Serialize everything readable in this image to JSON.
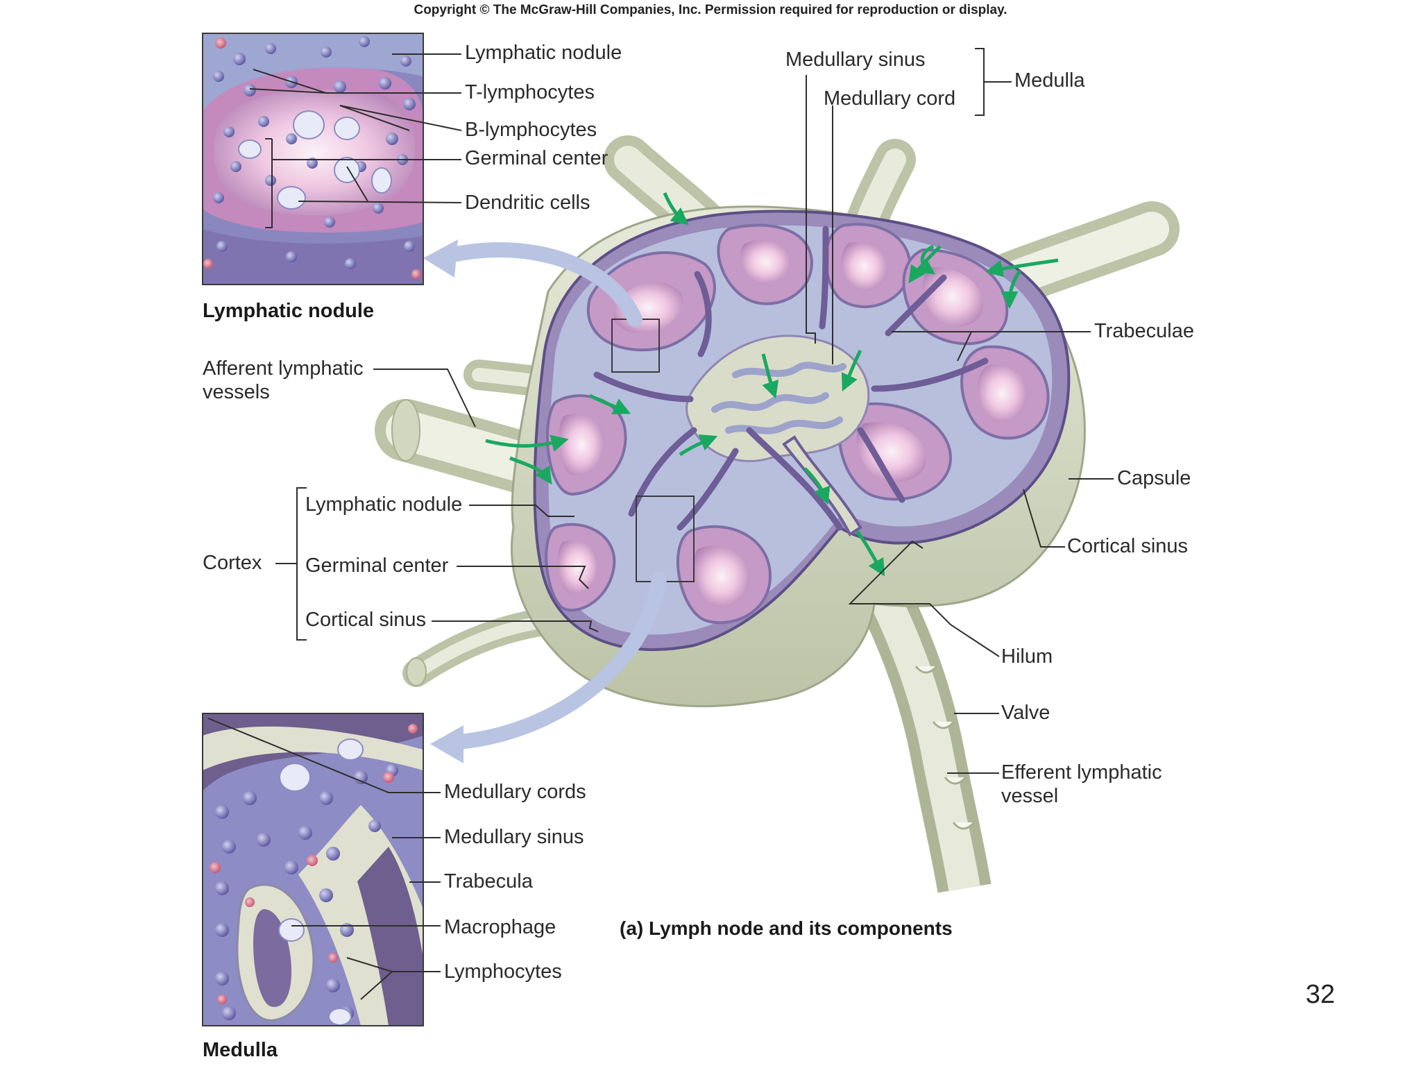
{
  "copyright": "Copyright © The McGraw-Hill Companies, Inc. Permission required for reproduction or display.",
  "slide_number": "32",
  "caption": "(a) Lymph node and its components",
  "inset_top": {
    "title": "Lymphatic nodule",
    "labels": {
      "lymphatic_nodule": "Lymphatic nodule",
      "t_lymphocytes": "T-lymphocytes",
      "b_lymphocytes": "B-lymphocytes",
      "germinal_center": "Germinal center",
      "dendritic_cells": "Dendritic cells"
    }
  },
  "inset_bottom": {
    "title": "Medulla",
    "labels": {
      "medullary_cords": "Medullary cords",
      "medullary_sinus": "Medullary sinus",
      "trabecula": "Trabecula",
      "macrophage": "Macrophage",
      "lymphocytes": "Lymphocytes"
    }
  },
  "node_labels": {
    "medullary_sinus": "Medullary sinus",
    "medullary_cord": "Medullary cord",
    "medulla": "Medulla",
    "trabeculae": "Trabeculae",
    "afferent_line1": "Afferent lymphatic",
    "afferent_line2": "vessels",
    "capsule": "Capsule",
    "cortical_sinus_right": "Cortical sinus",
    "cortex": "Cortex",
    "cortex_lymphatic_nodule": "Lymphatic nodule",
    "cortex_germinal_center": "Germinal center",
    "cortex_cortical_sinus": "Cortical sinus",
    "hilum": "Hilum",
    "valve": "Valve",
    "efferent_line1": "Efferent lymphatic",
    "efferent_line2": "vessel"
  },
  "colors": {
    "capsule": "#d6dcc6",
    "cortex": "#8e7fb0",
    "nodule": "#c99ac4",
    "germinal": "#f4e6ef",
    "sinus": "#b9c2de",
    "flow_arrow": "#1aa860",
    "callout_arrow": "#aab8dc"
  }
}
